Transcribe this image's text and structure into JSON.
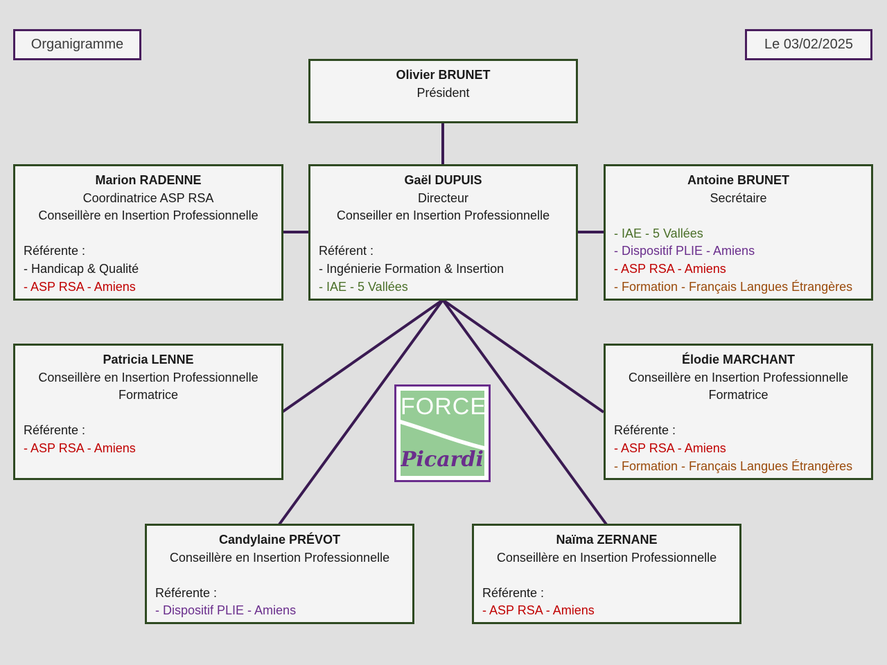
{
  "header": {
    "title": "Organigramme",
    "date": "Le 03/02/2025"
  },
  "logo": {
    "line1": "FORCE",
    "line2": "Picardie"
  },
  "people": {
    "president": {
      "name": "Olivier BRUNET",
      "role1": "Président"
    },
    "directeur": {
      "name": "Gaël DUPUIS",
      "role1": "Directeur",
      "role2": "Conseiller en Insertion Professionnelle",
      "ref_label": "Référent :",
      "ref1": "- Ingénierie Formation & Insertion",
      "ref2": "- IAE - 5 Vallées"
    },
    "radenne": {
      "name": "Marion RADENNE",
      "role1": "Coordinatrice ASP RSA",
      "role2": "Conseillère en Insertion Professionnelle",
      "ref_label": "Référente :",
      "ref1": "- Handicap & Qualité",
      "ref2": "- ASP RSA - Amiens"
    },
    "antoine": {
      "name": "Antoine BRUNET",
      "role1": "Secrétaire",
      "ref1": "- IAE - 5 Vallées",
      "ref2": "- Dispositif PLIE - Amiens",
      "ref3": "- ASP RSA - Amiens",
      "ref4": "- Formation - Français Langues Étrangères"
    },
    "lenne": {
      "name": "Patricia LENNE",
      "role1": "Conseillère en Insertion Professionnelle",
      "role2": "Formatrice",
      "ref_label": "Référente :",
      "ref1": "- ASP RSA - Amiens"
    },
    "marchant": {
      "name": "Élodie MARCHANT",
      "role1": "Conseillère en Insertion Professionnelle",
      "role2": "Formatrice",
      "ref_label": "Référente :",
      "ref1": "- ASP RSA - Amiens",
      "ref2": "- Formation - Français Langues Étrangères"
    },
    "prevot": {
      "name": "Candylaine PRÉVOT",
      "role1": "Conseillère en Insertion Professionnelle",
      "ref_label": "Référente :",
      "ref1": "- Dispositif PLIE - Amiens"
    },
    "zernane": {
      "name": "Naïma ZERNANE",
      "role1": "Conseillère en Insertion Professionnelle",
      "ref_label": "Référente :",
      "ref1": "- ASP RSA - Amiens"
    }
  },
  "colors": {
    "background": "#e0e0e0",
    "card_border": "#2f4a22",
    "tag_border": "#4a1f5e",
    "connector": "#3a1a52",
    "green": "#4a6f28",
    "red": "#c00000",
    "purple": "#6a2e8c",
    "brown": "#9a4a0a"
  }
}
